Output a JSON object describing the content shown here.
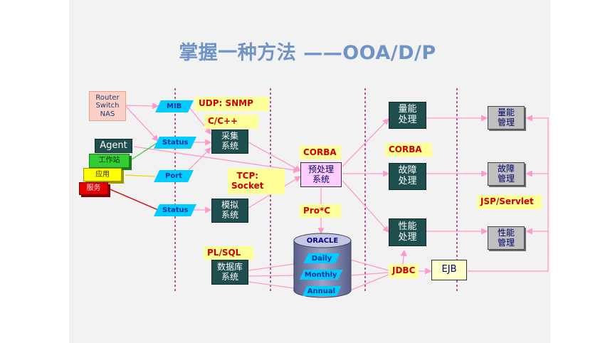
{
  "title": "掌握一种方法 ——OOA/D/P",
  "sources": {
    "router": "Router\nSwitch\nNAS",
    "agent": "Agent",
    "workstation": "工作站",
    "application": "应用",
    "service": "服务"
  },
  "protocols": {
    "mib": "MIB",
    "status1": "Status",
    "port": "Port",
    "status2": "Status"
  },
  "labels": {
    "udp_snmp": "UDP: SNMP",
    "cpp": "C/C++",
    "tcp_socket": "TCP:\nSocket",
    "corba1": "CORBA",
    "corba2": "CORBA",
    "proc": "Pro*C",
    "plsql": "PL/SQL",
    "jdbc": "JDBC",
    "jsp": "JSP/Servlet",
    "ejb": "EJB"
  },
  "systems": {
    "collect": "采集\n系统",
    "simulate": "模拟\n系统",
    "preprocess": "预处理\n系统",
    "database": "数据库\n系统"
  },
  "processing": {
    "capacity": "量能\n处理",
    "fault": "故障\n处理",
    "performance": "性能\n处理"
  },
  "management": {
    "capacity": "量能\n管理",
    "fault": "故障\n管理",
    "performance": "性能\n管理"
  },
  "oracle": {
    "name": "ORACLE",
    "daily": "Daily",
    "monthly": "Monthly",
    "annual": "Annual"
  },
  "colors": {
    "title": "#6f93c6",
    "arrow": "#ff99cc",
    "teal": "#1e4e4e",
    "yellow": "#ffff99",
    "label_red": "#cc0000",
    "cyan": "#00ccff",
    "divider": "#990066"
  }
}
